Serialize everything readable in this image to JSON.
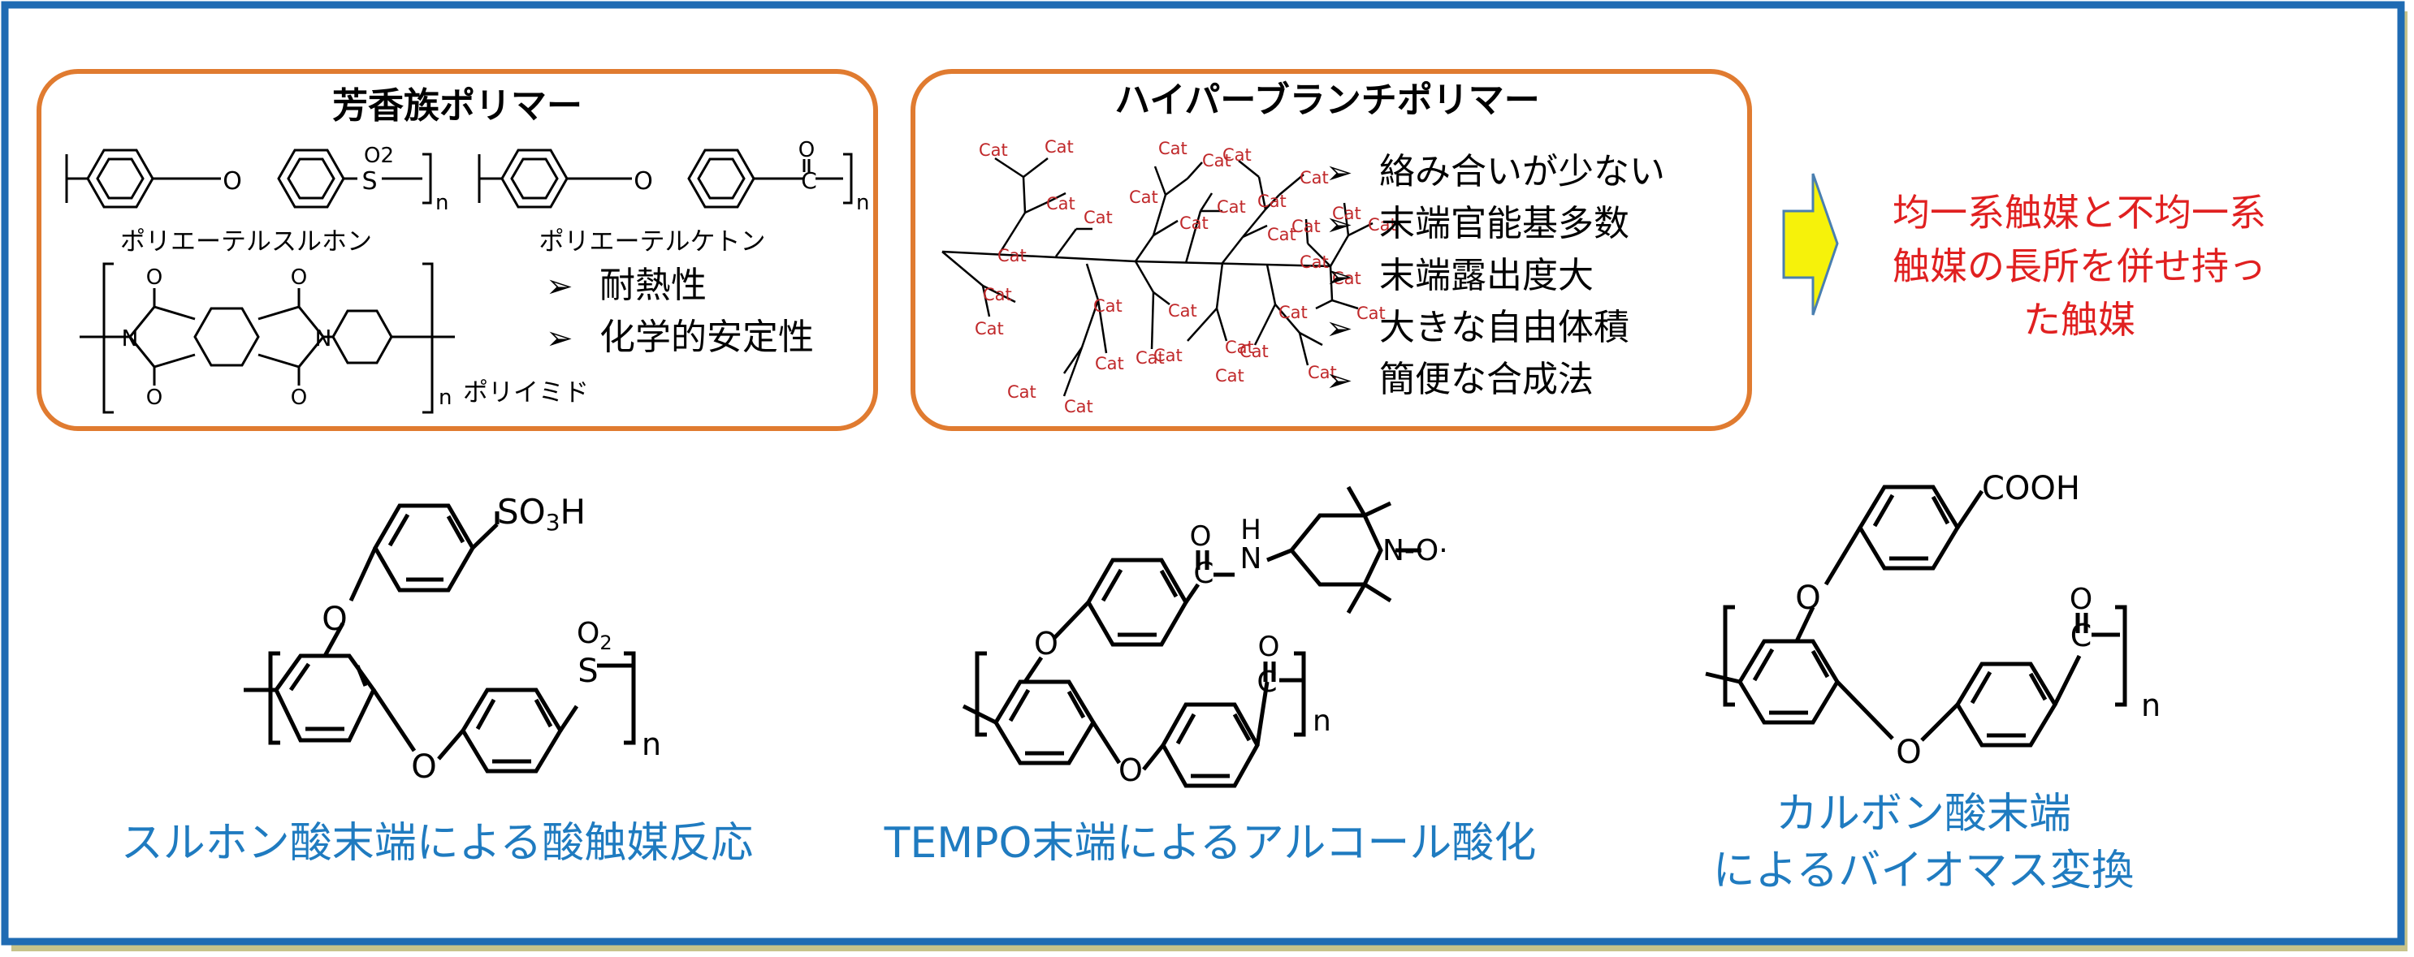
{
  "aromatic": {
    "title": "芳香族ポリマー",
    "label_pes": "ポリエーテルスルホン",
    "label_pek": "ポリエーテルケトン",
    "label_pi": "ポリイミド",
    "bullets": [
      "耐熱性",
      "化学的安定性"
    ]
  },
  "hyper": {
    "title": "ハイパーブランチポリマー",
    "cat_label": "Cat",
    "bullets": [
      "絡み合いが少ない",
      "末端官能基多数",
      "末端露出度大",
      "大きな自由体積",
      "簡便な合成法"
    ]
  },
  "result": {
    "lines": [
      "均一系触媒と不均一系",
      "触媒の長所を併せ持っ",
      "た触媒"
    ]
  },
  "bottom": {
    "caption1": "スルホン酸末端による酸触媒反応",
    "caption2": "TEMPO末端によるアルコール酸化",
    "caption3_line1": "カルボン酸末端",
    "caption3_line2": "によるバイオマス変換"
  },
  "chem": {
    "o": "O",
    "n": "N",
    "h": "H",
    "c": "C",
    "so3h": "SO3H",
    "cooh": "COOH",
    "sub_n": "n",
    "s": "S",
    "o2": "O2",
    "no_radical": "N-O·"
  },
  "colors": {
    "frame": "#1f6bb3",
    "frame_shadow": "#c7c38a",
    "box_border": "#e07b30",
    "caption": "#1f7bc0",
    "result": "#e02020",
    "cat": "#c0282a",
    "arrow_fill": "#f6f20a",
    "arrow_stroke": "#4a7fb0"
  }
}
